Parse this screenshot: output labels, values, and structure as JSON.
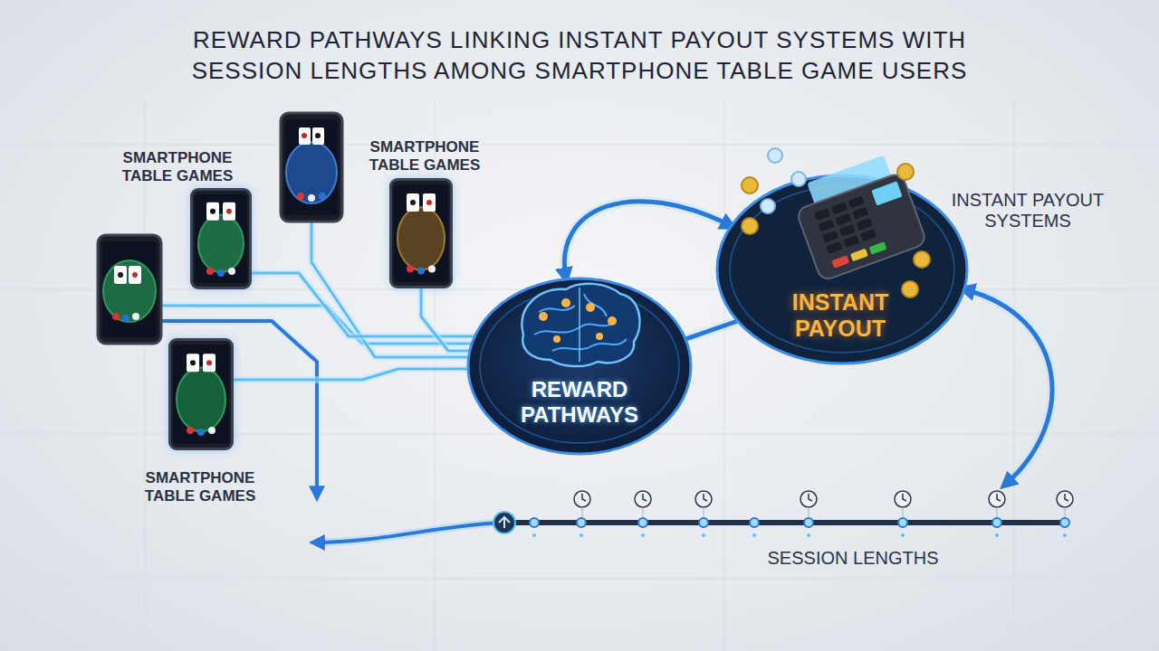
{
  "diagram": {
    "title": "REWARD PATHWAYS LINKING INSTANT PAYOUT SYSTEMS WITH SESSION LENGTHS AMONG SMARTPHONE TABLE GAME USERS",
    "nodes": [
      {
        "text": [
          "SMARTPHONE TABLE GAMES"
        ]
      },
      {
        "text": [
          "SMARTPHONE TABLE GAMES"
        ]
      },
      {
        "text": [
          "SMARTPHONE TABLE GAMES"
        ]
      },
      {
        "text": [
          "REWARD PATHWAYS"
        ]
      },
      {
        "text": [
          "INSTANT PAYOUT",
          "INSTANT PAYOUT SYSTEMS"
        ]
      },
      {
        "text": [
          "SESSION LENGTHS"
        ]
      }
    ],
    "edges": [
      {
        "from": 0,
        "to": 3,
        "arrow": "none"
      },
      {
        "from": 1,
        "to": 3,
        "arrow": "none"
      },
      {
        "from": 2,
        "to": 3,
        "arrow": "none"
      },
      {
        "from": 3,
        "to": 4,
        "arrow": "both"
      },
      {
        "from": 3,
        "to": 4,
        "arrow": "none"
      },
      {
        "from": 4,
        "to": 5,
        "arrow": "both"
      }
    ]
  }
}
